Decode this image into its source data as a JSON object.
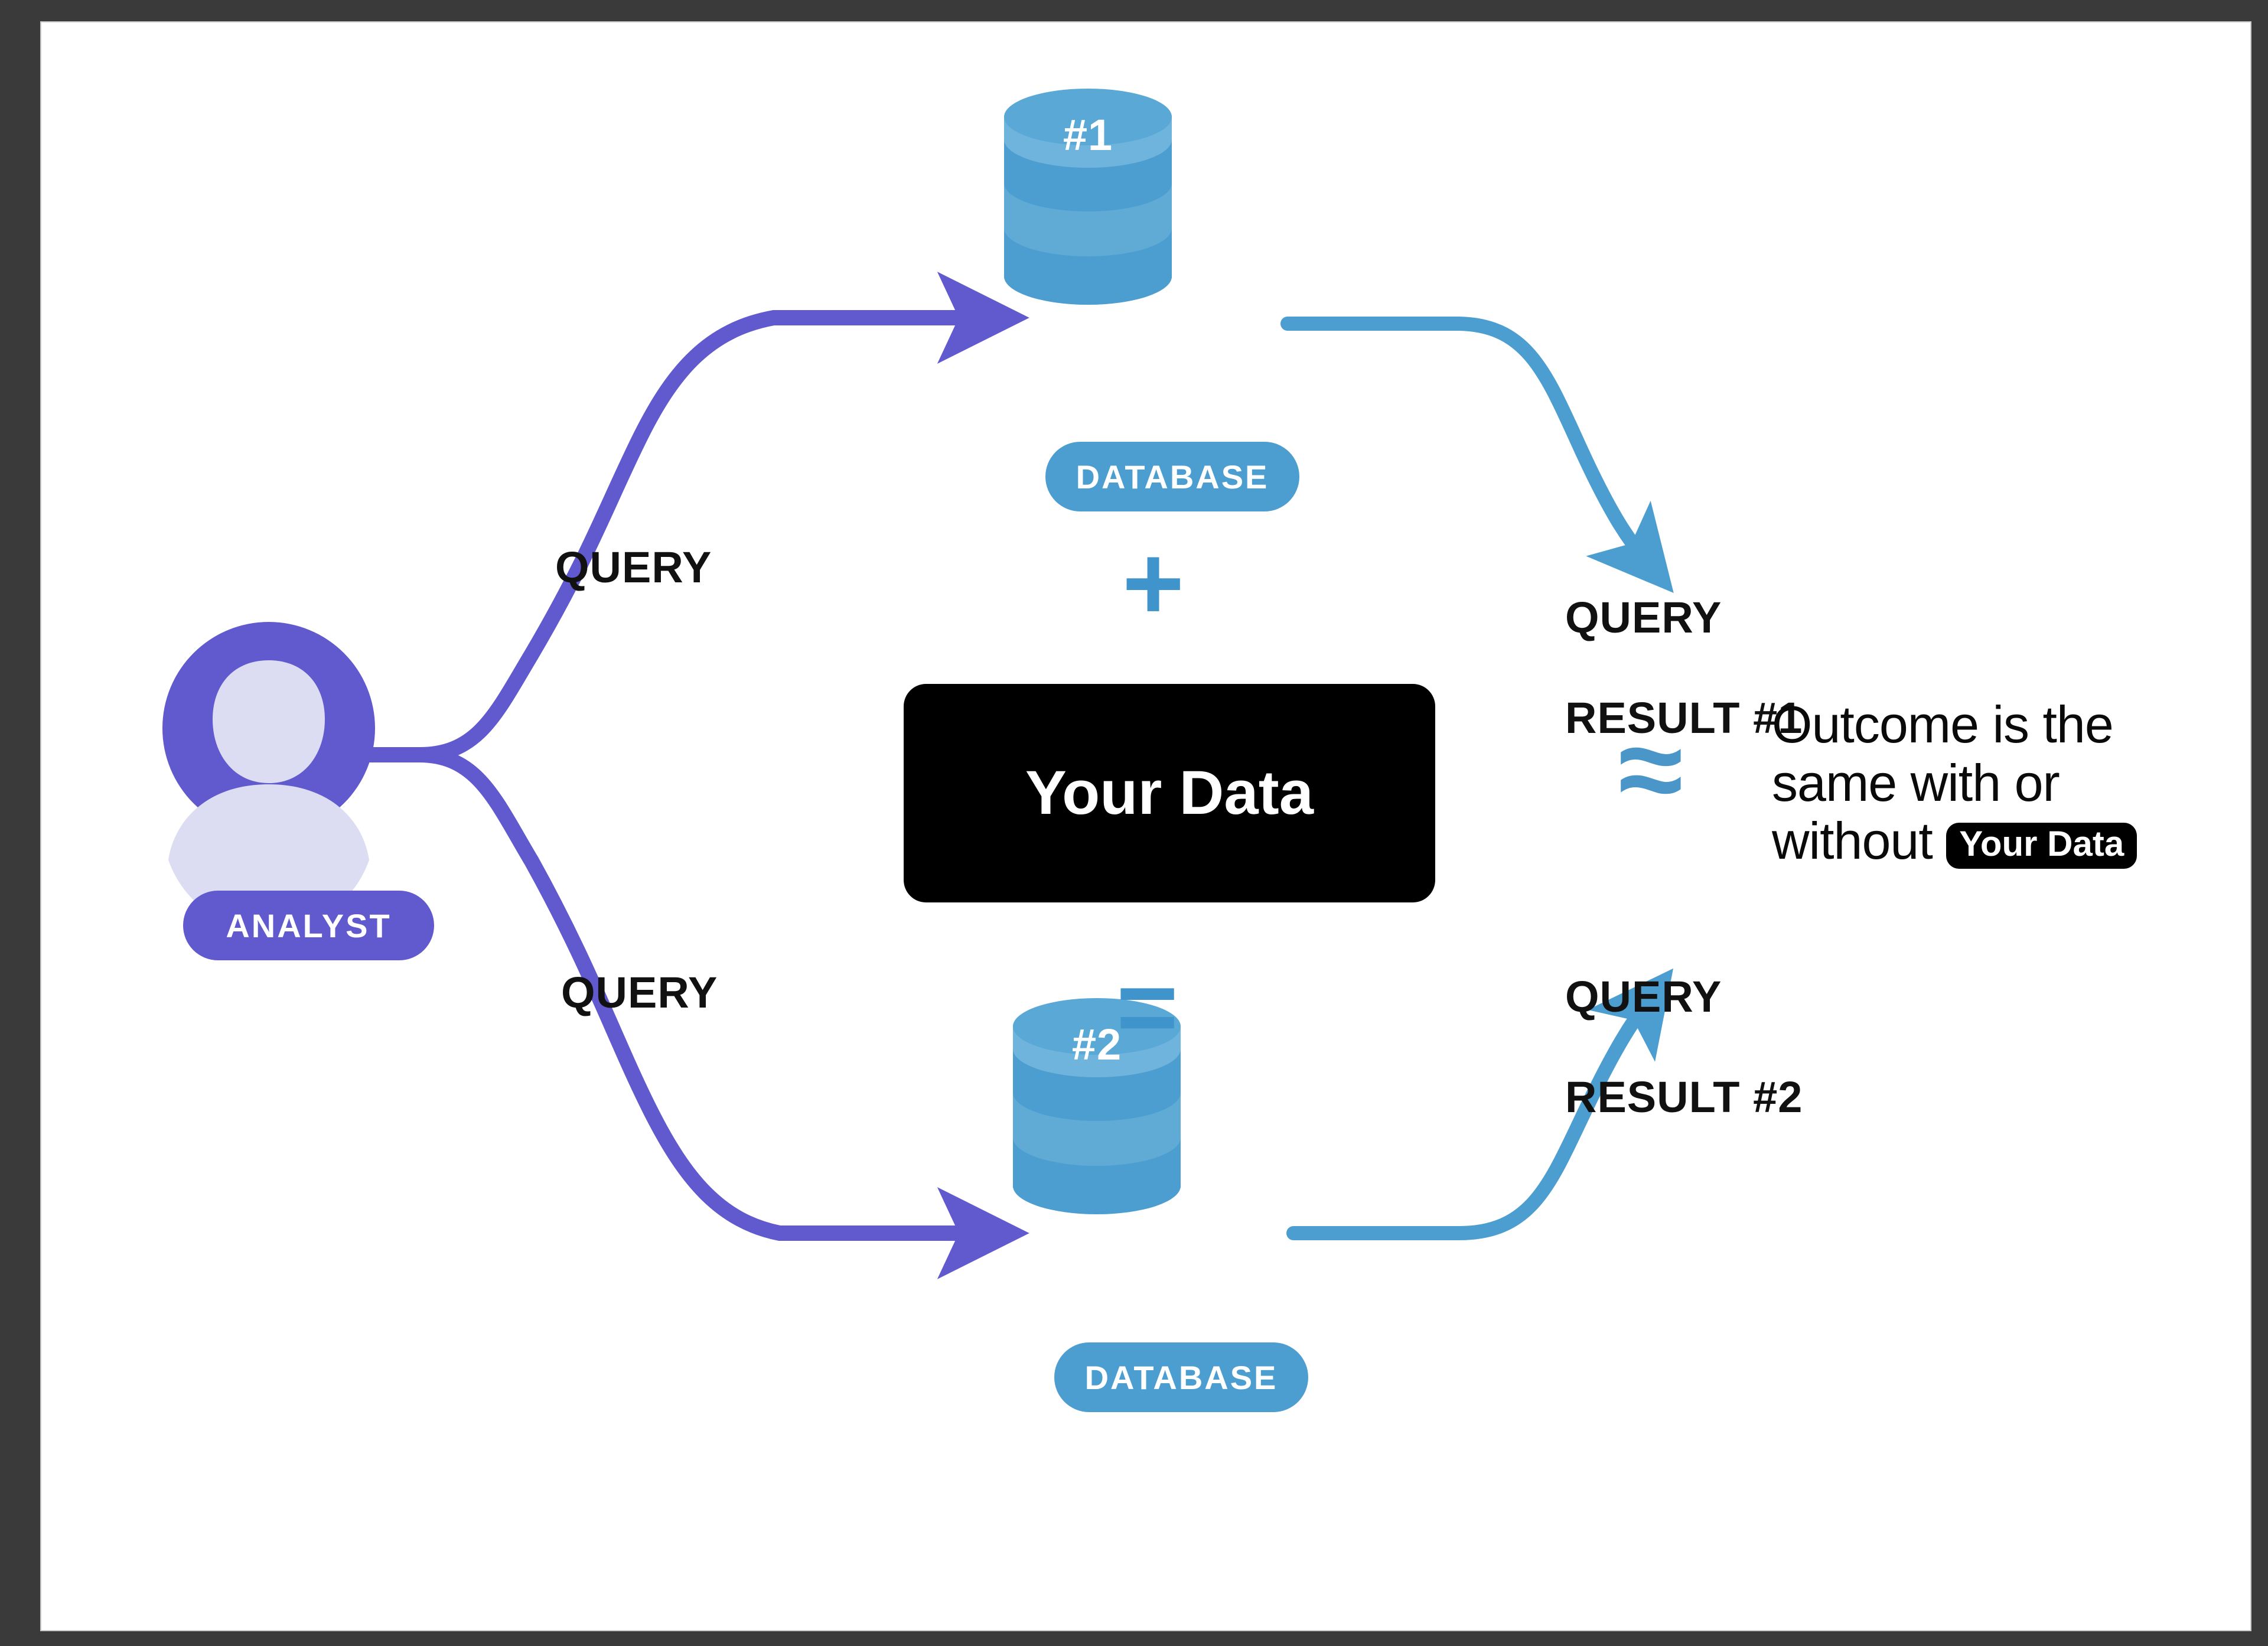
{
  "slide": {
    "background": "#ffffff",
    "frame_color": "#3a3a3a"
  },
  "colors": {
    "purple": "#6159ce",
    "blue": "#4d9ed0",
    "cylinder_blue_light": "#6fb4dd",
    "cylinder_blue_dark": "#4d9ed0",
    "black": "#000000",
    "operator_blue": "#3f94cb"
  },
  "actor": {
    "icon": "person-avatar-icon",
    "label": "ANALYST"
  },
  "queries": [
    {
      "label": "QUERY",
      "target": "database-1"
    },
    {
      "label": "QUERY",
      "target": "database-2"
    }
  ],
  "databases": [
    {
      "number": "#1",
      "label": "DATABASE"
    },
    {
      "number": "#2",
      "label": "DATABASE"
    }
  ],
  "operators": {
    "plus": "+",
    "equals": "=",
    "approx": "≈"
  },
  "data_box": {
    "label": "Your Data"
  },
  "results": [
    {
      "line1": "QUERY",
      "line2": "RESULT #1"
    },
    {
      "line1": "QUERY",
      "line2": "RESULT #2"
    }
  ],
  "outcome": {
    "line1": "Outcome is the",
    "line2": "same with or",
    "line3": "without",
    "chip": "Your Data"
  }
}
